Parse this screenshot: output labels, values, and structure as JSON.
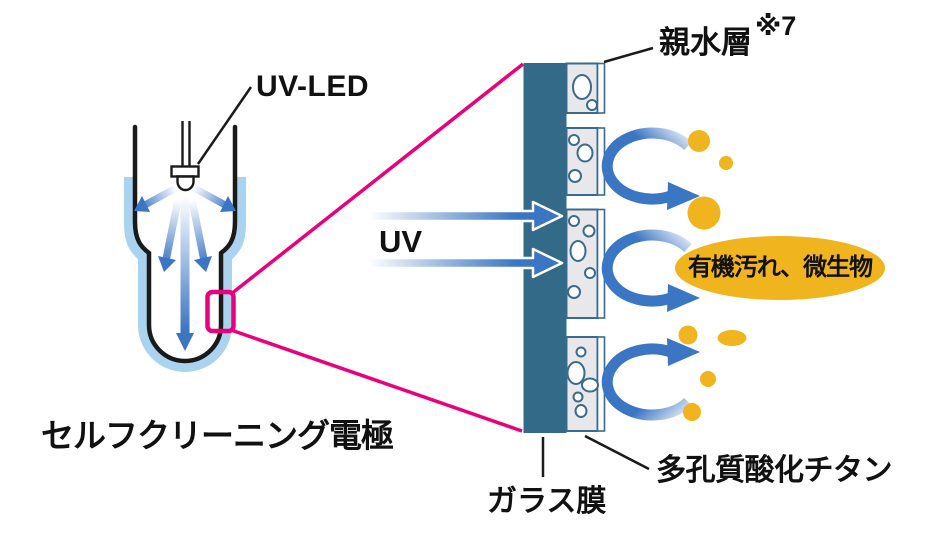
{
  "diagram": {
    "labels": {
      "uv_led": "UV-LED",
      "uv": "UV",
      "hydrophilic_layer": "親水層",
      "hydrophilic_footnote": "※7",
      "organic_dirt": "有機汚れ、微生物",
      "electrode_caption": "セルフクリーニング電極",
      "glass_film": "ガラス膜",
      "porous_titanium": "多孔質酸化チタン"
    },
    "colors": {
      "glass_film_bar": "#336a87",
      "uv_arrow_blue": "#3b76c4",
      "electrode_water_layer": "#a9d3ef",
      "highlight_magenta": "#e8007d",
      "particle_yellow": "#f0b41e",
      "porous_block_fill": "#e8e8ea",
      "porous_block_stroke": "#3a6b8e",
      "text_black": "#111111"
    }
  }
}
